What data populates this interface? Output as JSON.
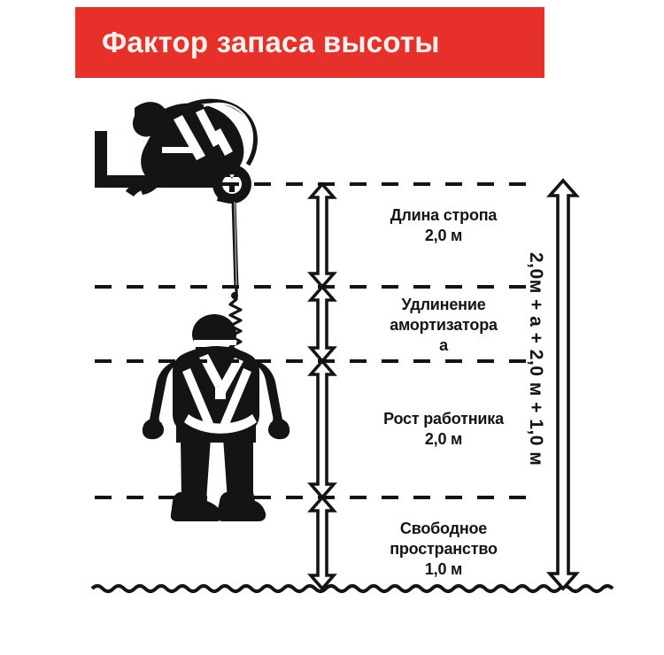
{
  "banner": {
    "title": "Фактор запаса высоты",
    "background_color": "#e8302a",
    "text_color": "#fdf3ef"
  },
  "diagram": {
    "ink_color": "#141414",
    "total_label": "2,0м + а + 2,0 м + 1,0 м",
    "zones": [
      {
        "name": "lanyard-length",
        "label": "Длина стропа\n2,0 м",
        "value": "2,0 м",
        "title": "Длина стропа"
      },
      {
        "name": "shock-absorber-extension",
        "label": "Удлинение\nамортизатора\nа",
        "value": "а",
        "title": "Удлинение амортизатора"
      },
      {
        "name": "worker-height",
        "label": "Рост работника\n2,0 м",
        "value": "2,0 м",
        "title": "Рост работника"
      },
      {
        "name": "free-space",
        "label": "Свободное\nпространство\n1,0 м",
        "value": "1,0 м",
        "title": "Свободное пространство"
      }
    ]
  }
}
